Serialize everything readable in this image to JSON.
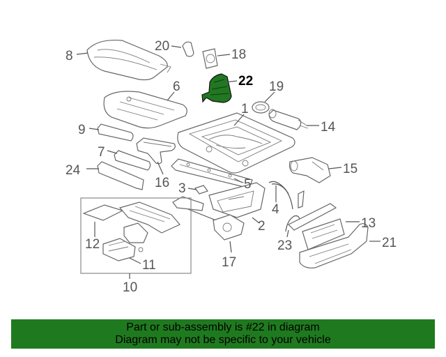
{
  "diagram": {
    "callouts": [
      {
        "id": "c1",
        "text": "1"
      },
      {
        "id": "c2",
        "text": "2"
      },
      {
        "id": "c3",
        "text": "3"
      },
      {
        "id": "c4",
        "text": "4"
      },
      {
        "id": "c5",
        "text": "5"
      },
      {
        "id": "c6",
        "text": "6"
      },
      {
        "id": "c7",
        "text": "7"
      },
      {
        "id": "c8",
        "text": "8"
      },
      {
        "id": "c9",
        "text": "9"
      },
      {
        "id": "c10",
        "text": "10"
      },
      {
        "id": "c11",
        "text": "11"
      },
      {
        "id": "c12",
        "text": "12"
      },
      {
        "id": "c13",
        "text": "13"
      },
      {
        "id": "c14",
        "text": "14"
      },
      {
        "id": "c15",
        "text": "15"
      },
      {
        "id": "c16",
        "text": "16"
      },
      {
        "id": "c17",
        "text": "17"
      },
      {
        "id": "c18",
        "text": "18"
      },
      {
        "id": "c19",
        "text": "19"
      },
      {
        "id": "c20",
        "text": "20"
      },
      {
        "id": "c21",
        "text": "21"
      },
      {
        "id": "c22",
        "text": "22"
      },
      {
        "id": "c23",
        "text": "23"
      },
      {
        "id": "c24",
        "text": "24"
      }
    ],
    "highlight_part": "22",
    "highlight_color": "#227722"
  },
  "banner": {
    "line1": "Part or sub-assembly is #22 in diagram",
    "line2": "Diagram may not be specific to your vehicle",
    "background": "#1f7a1f"
  }
}
